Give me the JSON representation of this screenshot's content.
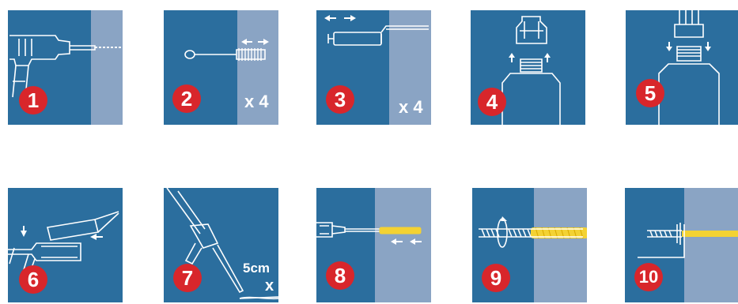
{
  "steps": [
    {
      "number": "1",
      "illustration": "drill-icon"
    },
    {
      "number": "2",
      "illustration": "cleaning-brush-icon",
      "repeat": "x 4"
    },
    {
      "number": "3",
      "illustration": "blow-pump-icon",
      "repeat": "x 4"
    },
    {
      "number": "4",
      "illustration": "cartridge-cap-icon"
    },
    {
      "number": "5",
      "illustration": "mixer-nozzle-icon"
    },
    {
      "number": "6",
      "illustration": "dispenser-gun-icon"
    },
    {
      "number": "7",
      "illustration": "discard-first-resin-icon",
      "note": "5cm",
      "mark": "x"
    },
    {
      "number": "8",
      "illustration": "inject-resin-icon"
    },
    {
      "number": "9",
      "illustration": "insert-rod-icon"
    },
    {
      "number": "10",
      "illustration": "fixed-anchor-icon"
    }
  ],
  "colors": {
    "panel": "#2b6e9e",
    "wall": "#8aa4c4",
    "badge": "#d8262b",
    "resin": "#f3d233",
    "line": "#ffffff"
  }
}
